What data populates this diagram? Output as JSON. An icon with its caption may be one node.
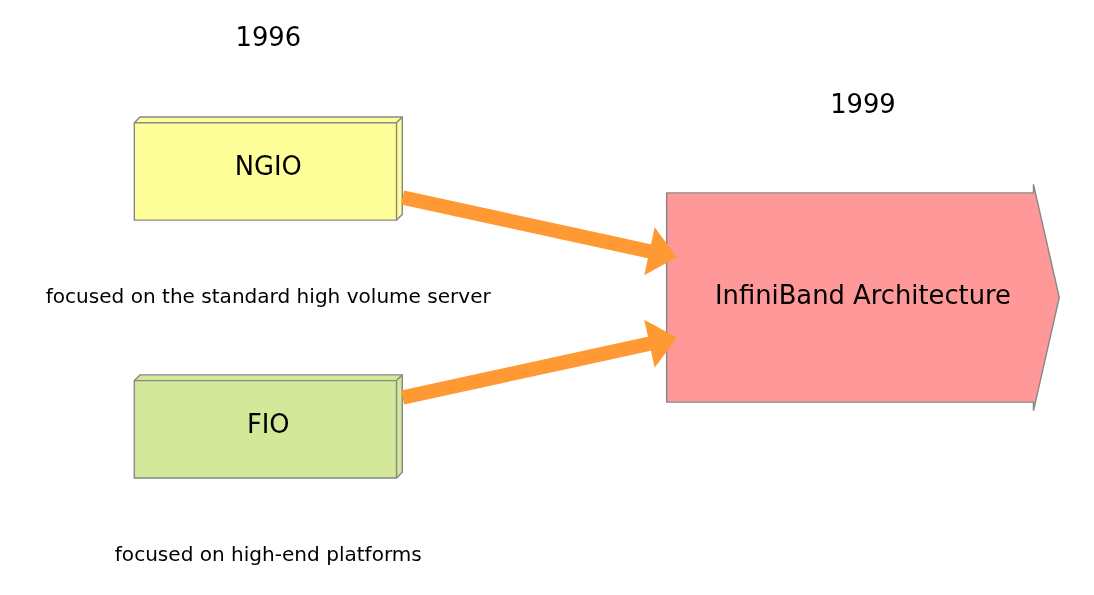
{
  "diagram": {
    "nodes": [
      {
        "text": [
          "NGIO"
        ],
        "beside": [
          "focused on the standard high volume server"
        ]
      },
      {
        "text": [
          "FIO"
        ],
        "beside": [
          "focused on high-end platforms"
        ]
      },
      {
        "text": [
          "InfiniBand Architecture"
        ]
      }
    ],
    "edges": [
      {
        "from": 0,
        "to": 2,
        "arrow": "to",
        "color": "#ff9933"
      },
      {
        "from": 1,
        "to": 2,
        "arrow": "to",
        "color": "#ff9933"
      }
    ],
    "labels": [
      "1996",
      "1999"
    ]
  }
}
